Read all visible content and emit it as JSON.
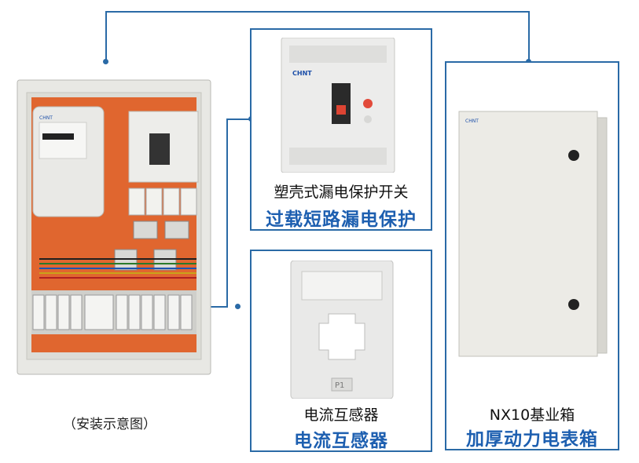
{
  "left": {
    "caption": "（安装示意图）"
  },
  "breaker": {
    "name": "塑壳式漏电保护开关",
    "feature": "过载短路漏电保护",
    "brand": "CHNT"
  },
  "ct": {
    "name": "电流互感器",
    "feature": "电流互感器",
    "label": "P1"
  },
  "box": {
    "name": "NX10基业箱",
    "feature": "加厚动力电表箱",
    "brand": "CHNT"
  },
  "meter": {
    "brand": "CHNT"
  },
  "colors": {
    "accent": "#2a6aa6",
    "text_blue": "#1d5fb0"
  }
}
